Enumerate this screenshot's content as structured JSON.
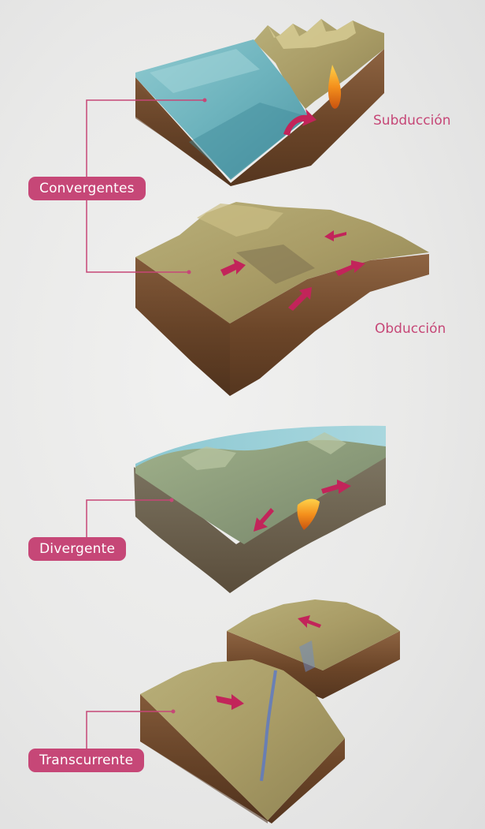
{
  "labels": {
    "convergentes": "Convergentes",
    "subduccion": "Subducción",
    "obduccion": "Obducción",
    "divergente": "Divergente",
    "transcurrente": "Transcurrente"
  },
  "colors": {
    "accent": "#c64777",
    "water": "#6fb4be",
    "rock": "#8a5c3a",
    "terrain": "#a8a56a",
    "magma": "#f08a1e",
    "background": "#ececeb"
  }
}
